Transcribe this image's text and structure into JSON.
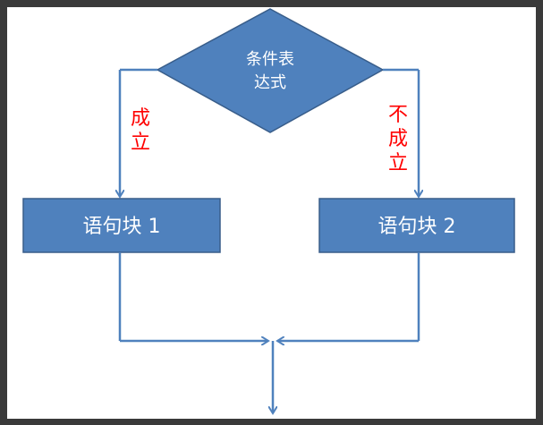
{
  "diagram": {
    "condition_label_line1": "条件表",
    "condition_label_line2": "达式",
    "left_branch_label": [
      "成",
      "立"
    ],
    "right_branch_label": [
      "不",
      "成",
      "立"
    ],
    "block1_label": "语句块 1",
    "block2_label": "语句块 2"
  },
  "colors": {
    "frame_bg": "#3a3a3a",
    "canvas_bg": "#ffffff",
    "shape_fill": "#4f81bd",
    "shape_stroke": "#385d8a",
    "line": "#4f81bd",
    "branch_text": "#ff0000",
    "shape_text": "#ffffff"
  }
}
